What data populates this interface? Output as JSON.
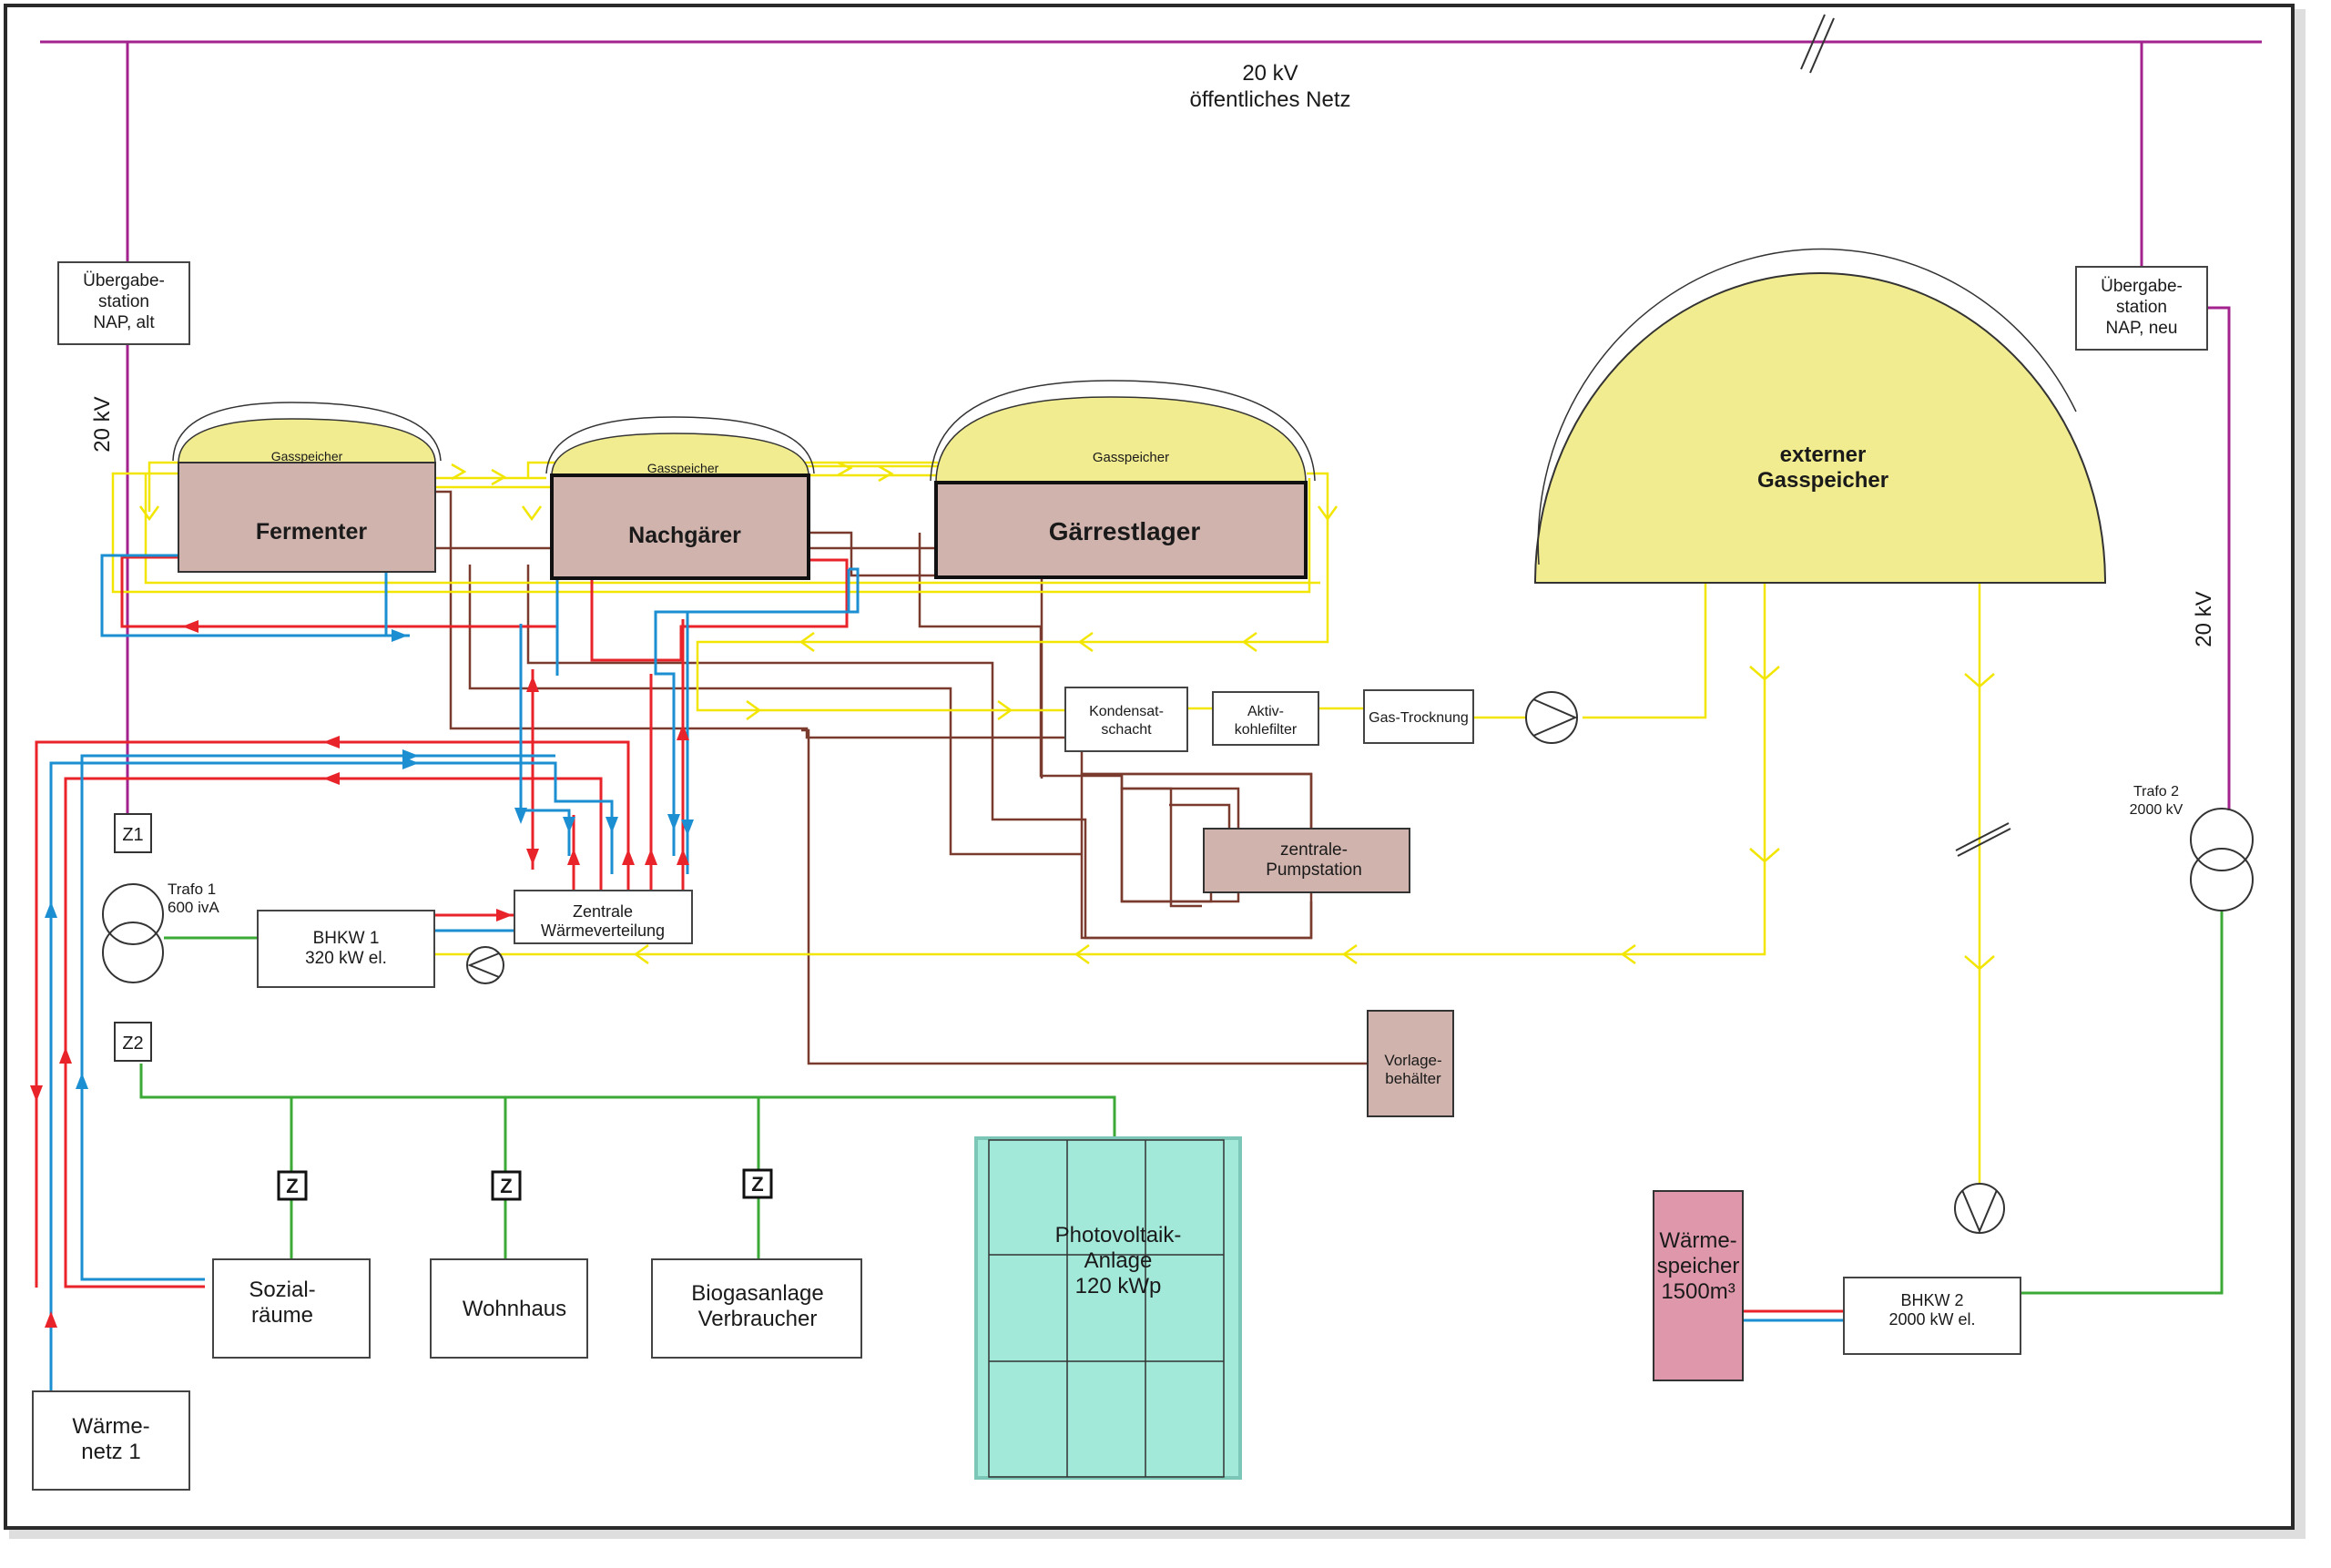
{
  "grid": {
    "voltage": "20 kV",
    "name": "öffentliches Netz"
  },
  "substations": {
    "old": [
      "Übergabe-",
      "station",
      "NAP, alt"
    ],
    "new": [
      "Übergabe-",
      "station",
      "NAP, neu"
    ]
  },
  "voltage_left": "20 kV",
  "voltage_right": "20 kV",
  "tanks": {
    "fermenter": {
      "storage": "Gasspeicher",
      "name": "Fermenter"
    },
    "nachgaerer": {
      "storage": "Gasspeicher",
      "name": "Nachgärer"
    },
    "gaerrestlager": {
      "storage": "Gasspeicher",
      "name": "Gärrestlager"
    }
  },
  "external_storage": [
    "externer",
    "Gasspeicher"
  ],
  "gas_treatment": {
    "kondensat": [
      "Kondensat-",
      "schacht"
    ],
    "aktivkohle": [
      "Aktiv-",
      "kohlefilter"
    ],
    "trocknung": "Gas-Trocknung"
  },
  "pumpstation": [
    "zentrale-",
    "Pumpstation"
  ],
  "vorlage": [
    "Vorlage-",
    "behälter"
  ],
  "meters": {
    "z1": "Z1",
    "z2": "Z2",
    "z": "Z"
  },
  "trafo1": [
    "Trafo 1",
    "600 ivA"
  ],
  "trafo2": [
    "Trafo 2",
    "2000 kV"
  ],
  "bhkw1": [
    "BHKW 1",
    "320 kW el."
  ],
  "bhkw2": [
    "BHKW 2",
    "2000 kW el."
  ],
  "heat_distribution": [
    "Zentrale",
    "Wärmeverteilung"
  ],
  "consumers": {
    "sozial": [
      "Sozial-",
      "räume"
    ],
    "wohnhaus": "Wohnhaus",
    "biogas": [
      "Biogasanlage",
      "Verbraucher"
    ]
  },
  "pv": [
    "Photovoltaik-",
    "Anlage",
    "120 kWp"
  ],
  "heat_storage": [
    "Wärme-",
    "speicher",
    "1500m³"
  ],
  "heat_network": [
    "Wärme-",
    "netz 1"
  ],
  "colors": {
    "power": "#a3238e",
    "gas": "#f2e600",
    "hot": "#e8232a",
    "cold": "#1b8fd2",
    "substrate": "#7a3b2e",
    "electric_green": "#3aa935",
    "gas_fill": "#f2ec90",
    "tank_fill": "#d0b3ad",
    "pv_fill": "#a3e9da",
    "storage_fill": "#de97ab"
  }
}
